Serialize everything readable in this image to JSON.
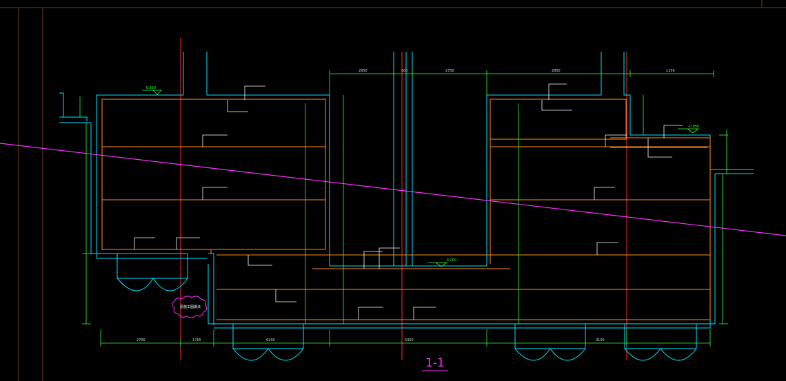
{
  "drawing": {
    "section_title": "1-1",
    "colors": {
      "background": "#000000",
      "wall": "#00e5ff",
      "rebar": "#ff8c1a",
      "dimension": "#33ff33",
      "axis": "#ff2a2a",
      "cut_line": "#ff33ff",
      "leader": "#ffffff",
      "frame": "#7a3a1a"
    },
    "dimensions": {
      "top_1": "2950",
      "top_2": "300",
      "top_3": "2750",
      "top_4": "2800",
      "top_5": "1150",
      "bottom_1": "2700",
      "bottom_2": "1750",
      "bottom_3": "6200",
      "bottom_4": "5350",
      "bottom_5": "3100"
    },
    "elevations": {
      "el_1": "-0.250",
      "el_2": "-3.200",
      "el_3": "-0.850"
    },
    "annotations": {
      "cloud_note": "原施工图做法"
    }
  }
}
